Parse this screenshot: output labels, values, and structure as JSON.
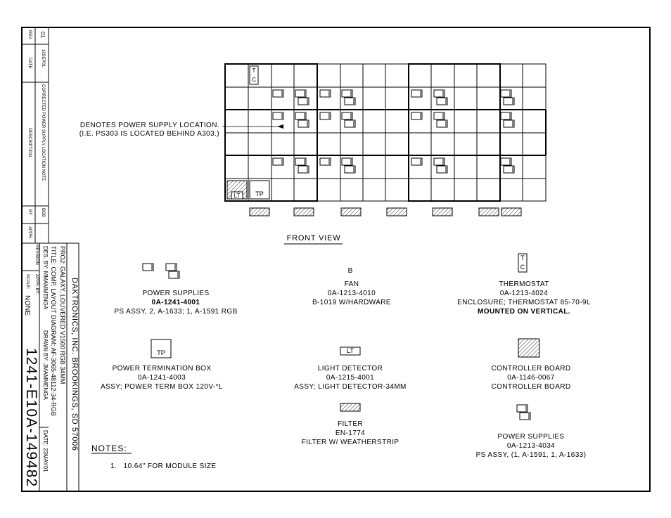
{
  "revision_block": {
    "rev_header": "REV.",
    "rev": "01",
    "date_header": "DATE",
    "date": "10SEP01",
    "description_header": "DESCRIPTION",
    "description": "CORRECTED POWER SUPPLY LOCATION NOTE",
    "by_header": "BY",
    "by": "BGB",
    "appr_header": "APPR."
  },
  "title_block": {
    "company": "DAKTRONICS, INC. BROOKINGS, SD 57006",
    "proj": "PROJ: GALAXY, LOUVERED V1500 RGB 34MM",
    "title": "TITLE: COMP. LAYOUT DIAGRAM: AF-3065-48112-34-RGB",
    "designed_by": "DES. BY: MMAMMENGA",
    "drawn_by": "DRAWN BY: JMAMMENGA",
    "date": "DATE: 23MAY01",
    "revision_label": "REVISION",
    "appr_by": "APPR. BY:",
    "scale_label": "SCALE:",
    "scale": "NONE",
    "drawing_number": "1241-E10A-149482"
  },
  "diagram": {
    "tc_cell": [
      "T",
      "C"
    ],
    "lt_cell": "LT",
    "tp_cell": "TP",
    "callout_line1": "DENOTES POWER SUPPLY LOCATION.",
    "callout_line2": "(I.E. PS303 IS LOCATED BEHIND A303.)",
    "front_view": "FRONT VIEW"
  },
  "legend": {
    "power_supplies": {
      "title": "POWER SUPPLIES",
      "part": "0A-1241-4001",
      "desc": "PS ASSY, 2, A-1633; 1, A-1591 RGB"
    },
    "fan": {
      "symbol": "B",
      "title": "FAN",
      "part": "0A-1213-4010",
      "desc": "B-1019 W/HARDWARE"
    },
    "thermostat": {
      "symbol_top": "T",
      "symbol_bottom": "C",
      "title": "THERMOSTAT",
      "part": "0A-1213-4024",
      "desc": "ENCLOSURE; THERMOSTAT 85-70-9L",
      "note": "MOUNTED ON VERTICAL."
    },
    "power_termination": {
      "symbol": "TP",
      "title": "POWER TERMINATION BOX",
      "part": "0A-1241-4003",
      "desc": "ASSY; POWER TERM BOX 120V-*L"
    },
    "light_detector": {
      "symbol": "LT",
      "title": "LIGHT DETECTOR",
      "part": "0A-1215-4001",
      "desc": "ASSY; LIGHT DETECTOR-34MM"
    },
    "controller_board": {
      "title": "CONTROLLER BOARD",
      "part": "0A-1146-0067",
      "desc": "CONTROLLER BOARD"
    },
    "filter": {
      "title": "FILTER",
      "part": "EN-1774",
      "desc": "FILTER W/ WEATHERSTRIP"
    },
    "power_supplies_2": {
      "title": "POWER SUPPLIES",
      "part": "0A-1213-4034",
      "desc": "PS ASSY, (1, A-1591, 1, A-1633)"
    }
  },
  "notes": {
    "header": "NOTES:",
    "items": [
      "1.   10.64\" FOR MODULE SIZE"
    ]
  }
}
